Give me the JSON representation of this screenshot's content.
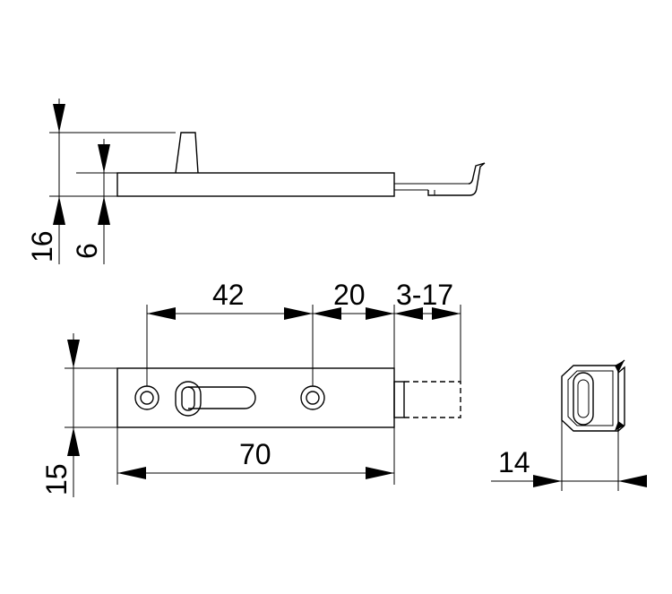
{
  "dimensions": {
    "side_height_total": "16",
    "side_height_plate": "6",
    "hole_spacing": "42",
    "bolt_offset": "20",
    "bolt_travel": "3-17",
    "body_height": "15",
    "body_length": "70",
    "keeper_width": "14"
  }
}
